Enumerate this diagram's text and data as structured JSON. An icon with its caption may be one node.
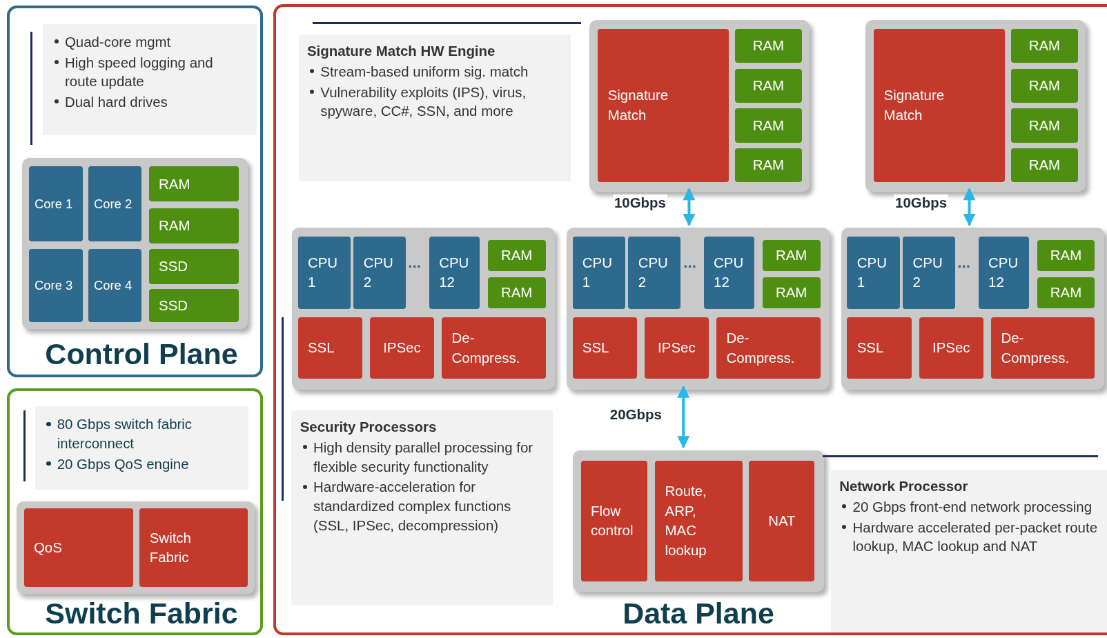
{
  "diagram": {
    "nodes": [
      {
        "text": [
          "Control Plane"
        ]
      },
      {
        "text": [
          "Quad-core mgmt",
          "High speed logging and route update",
          "Dual hard drives"
        ],
        "in": 0
      },
      {
        "text": [],
        "shape": "box",
        "in": 0
      },
      {
        "text": [
          "Core 1"
        ],
        "in": 2
      },
      {
        "text": [
          "Core 2"
        ],
        "in": 2
      },
      {
        "text": [
          "Core 3"
        ],
        "in": 2
      },
      {
        "text": [
          "Core 4"
        ],
        "in": 2
      },
      {
        "text": [
          "RAM"
        ],
        "in": 2
      },
      {
        "text": [
          "RAM"
        ],
        "in": 2
      },
      {
        "text": [
          "SSD"
        ],
        "in": 2
      },
      {
        "text": [
          "SSD"
        ],
        "in": 2
      },
      {
        "text": [
          "Switch Fabric"
        ]
      },
      {
        "text": [
          "80 Gbps switch fabric interconnect",
          "20 Gbps QoS engine"
        ],
        "in": 11
      },
      {
        "text": [],
        "shape": "box",
        "in": 11
      },
      {
        "text": [
          "QoS"
        ],
        "in": 13
      },
      {
        "text": [
          "Switch Fabric"
        ],
        "in": 13
      },
      {
        "text": [
          "Data Plane"
        ]
      },
      {
        "text": [
          "Signature Match HW Engine",
          "Stream-based uniform sig. match",
          "Vulnerability exploits (IPS), virus, spyware, CC#, SSN, and more"
        ],
        "in": 16
      },
      {
        "text": [],
        "shape": "box",
        "in": 16
      },
      {
        "text": [
          "Signature Match"
        ],
        "in": 18
      },
      {
        "text": [
          "RAM"
        ],
        "in": 18
      },
      {
        "text": [
          "RAM"
        ],
        "in": 18
      },
      {
        "text": [
          "RAM"
        ],
        "in": 18
      },
      {
        "text": [
          "RAM"
        ],
        "in": 18
      },
      {
        "text": [],
        "shape": "box",
        "in": 16
      },
      {
        "text": [
          "Signature Match"
        ],
        "in": 24
      },
      {
        "text": [
          "RAM"
        ],
        "in": 24
      },
      {
        "text": [
          "RAM"
        ],
        "in": 24
      },
      {
        "text": [
          "RAM"
        ],
        "in": 24
      },
      {
        "text": [
          "RAM"
        ],
        "in": 24
      },
      {
        "text": [],
        "shape": "box",
        "in": 16
      },
      {
        "text": [
          "CPU 1"
        ],
        "in": 30
      },
      {
        "text": [
          "CPU 2"
        ],
        "in": 30
      },
      {
        "text": [
          "CPU 12"
        ],
        "in": 30
      },
      {
        "text": [
          "RAM"
        ],
        "in": 30
      },
      {
        "text": [
          "RAM"
        ],
        "in": 30
      },
      {
        "text": [
          "SSL"
        ],
        "in": 30
      },
      {
        "text": [
          "IPSec"
        ],
        "in": 30
      },
      {
        "text": [
          "De-Compress."
        ],
        "in": 30
      },
      {
        "text": [],
        "shape": "box",
        "in": 16
      },
      {
        "text": [
          "CPU 1"
        ],
        "in": 39
      },
      {
        "text": [
          "CPU 2"
        ],
        "in": 39
      },
      {
        "text": [
          "CPU 12"
        ],
        "in": 39
      },
      {
        "text": [
          "RAM"
        ],
        "in": 39
      },
      {
        "text": [
          "RAM"
        ],
        "in": 39
      },
      {
        "text": [
          "SSL"
        ],
        "in": 39
      },
      {
        "text": [
          "IPSec"
        ],
        "in": 39
      },
      {
        "text": [
          "De-Compress."
        ],
        "in": 39
      },
      {
        "text": [],
        "shape": "box",
        "in": 16
      },
      {
        "text": [
          "CPU 1"
        ],
        "in": 48
      },
      {
        "text": [
          "CPU 2"
        ],
        "in": 48
      },
      {
        "text": [
          "CPU 12"
        ],
        "in": 48
      },
      {
        "text": [
          "RAM"
        ],
        "in": 48
      },
      {
        "text": [
          "RAM"
        ],
        "in": 48
      },
      {
        "text": [
          "SSL"
        ],
        "in": 48
      },
      {
        "text": [
          "IPSec"
        ],
        "in": 48
      },
      {
        "text": [
          "De-Compress."
        ],
        "in": 48
      },
      {
        "text": [
          "Security Processors",
          "High density parallel processing for flexible security functionality",
          "Hardware-acceleration for standardized complex functions (SSL, IPSec, decompression)"
        ],
        "in": 16
      },
      {
        "text": [],
        "shape": "box",
        "in": 16
      },
      {
        "text": [
          "Flow control"
        ],
        "in": 58
      },
      {
        "text": [
          "Route, ARP, MAC lookup"
        ],
        "in": 58
      },
      {
        "text": [
          "NAT"
        ],
        "in": 58
      },
      {
        "text": [
          "Network Processor",
          "20 Gbps front-end network processing",
          "Hardware accelerated per-packet route lookup, MAC lookup and NAT"
        ],
        "in": 16
      }
    ],
    "edges": [
      {
        "from": 18,
        "to": 39,
        "arrow": "both",
        "label": "10Gbps"
      },
      {
        "from": 24,
        "to": 48,
        "arrow": "both",
        "label": "10Gbps"
      },
      {
        "from": 39,
        "to": 58,
        "arrow": "both",
        "label": "20Gbps"
      }
    ],
    "labels": [
      "...",
      "...",
      "..."
    ]
  }
}
